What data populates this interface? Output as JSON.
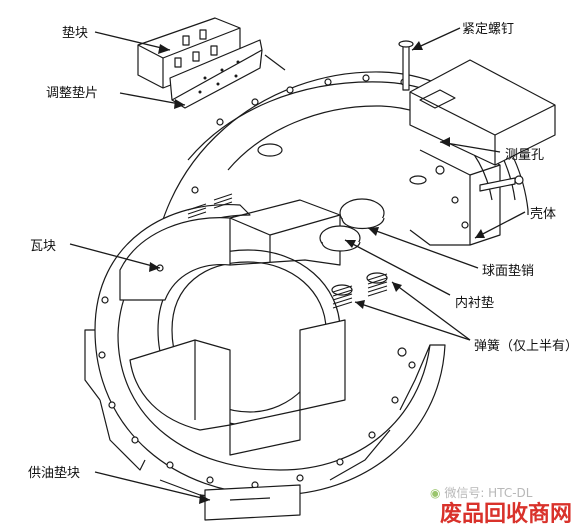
{
  "labels": {
    "pad_block": "垫块",
    "adjust_shim": "调整垫片",
    "set_screw": "紧定螺钉",
    "measure_hole": "测量孔",
    "shell": "壳体",
    "bearing_pad": "瓦块",
    "spherical_pin": "球面垫销",
    "liner_pad": "内衬垫",
    "spring": "弹簧（仅上半有）",
    "oil_supply_block": "供油垫块"
  },
  "watermark": {
    "wechat": "微信号: HTC-DL",
    "site": "废品回收商网"
  },
  "colors": {
    "line": "#1a1a1a",
    "fill": "#ffffff",
    "shade": "#d9d9d9",
    "watermark_red": "#d9322b",
    "watermark_gray": "#b8b8b8"
  }
}
